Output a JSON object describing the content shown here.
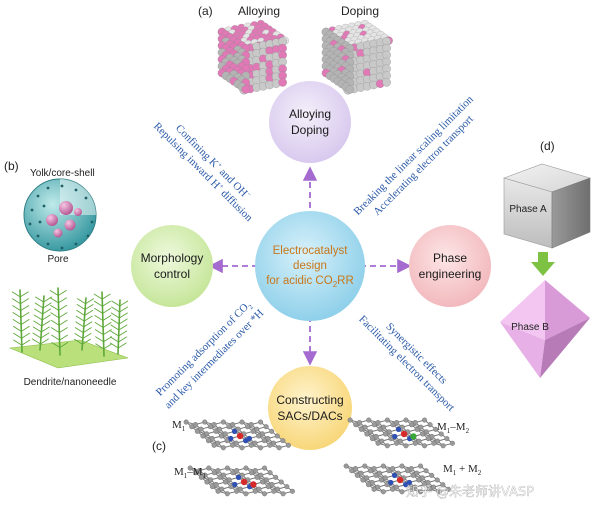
{
  "panels": {
    "a": "(a)",
    "b": "(b)",
    "c": "(c)",
    "d": "(d)"
  },
  "alloying": {
    "cube1_label": "Alloying",
    "cube2_label": "Doping"
  },
  "center": {
    "line1": "Electrocatalyst",
    "line2": "design",
    "line3": "for acidic CO",
    "sub": "2",
    "line3_tail": "RR"
  },
  "nodes": {
    "top": {
      "line1": "Alloying",
      "line2": "Doping",
      "color": "#e6dcf2"
    },
    "right": {
      "line1": "Phase",
      "line2": "engineering",
      "color": "#f6d0d2"
    },
    "bottom": {
      "line1": "Constructing",
      "line2": "SACs/DACs",
      "color": "#fbe6a6"
    },
    "left": {
      "line1": "Morphology",
      "line2": "control",
      "color": "#d9efb6"
    },
    "center_color": "#a9dcef"
  },
  "branches": {
    "top_left": [
      "Confining K",
      "+",
      " and OH",
      "−",
      "Repulsing inward H",
      "+",
      " diffusion"
    ],
    "top_right": [
      "Breaking the linear scaling limitation",
      "Accelerating electron transport"
    ],
    "bottom_left": [
      "Promoting adsorption of CO",
      "2",
      "and key intermediates over *H"
    ],
    "bottom_right": [
      "Synergistic effects",
      "Facilitating electron transport"
    ]
  },
  "panel_b": {
    "top_label": "Yolk/core-shell",
    "pore_label": "Pore",
    "bottom_label": "Dendrite/nanoneedle"
  },
  "panel_c": {
    "m1": "M",
    "m1_sub": "1",
    "m1m2": "M",
    "m1m1": "M",
    "m1pm2": "M"
  },
  "panel_c_labels": [
    "M1",
    "M1–M2",
    "M1–M1",
    "M1 + M2"
  ],
  "panel_d": {
    "phase_a": "Phase A",
    "phase_b": "Phase B"
  },
  "watermark": "知乎 @朱老师讲VASP",
  "colors": {
    "arrow": "#a46ad0",
    "green_arrow": "#7dc242",
    "cube_pink": "#e079b6",
    "cube_grey": "#c9c9c9",
    "text_blue": "#2b5aa8"
  }
}
